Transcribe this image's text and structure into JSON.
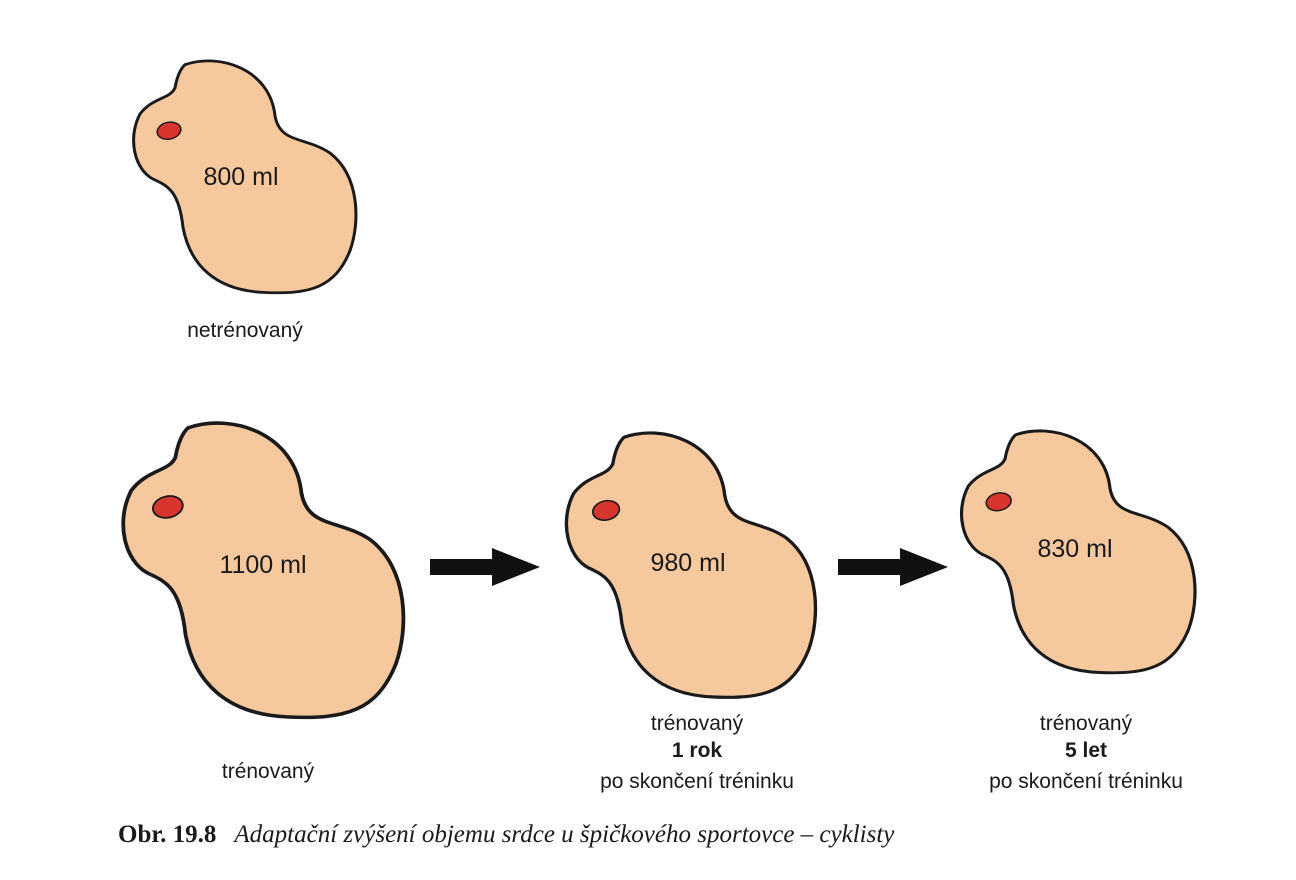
{
  "hearts": [
    {
      "id": "untrained",
      "volume": "800 ml",
      "label_lines": [
        "netrénovaný"
      ],
      "bold_line": -1
    },
    {
      "id": "trained",
      "volume": "1100 ml",
      "label_lines": [
        "trénovaný"
      ],
      "bold_line": -1
    },
    {
      "id": "after-1-year",
      "volume": "980 ml",
      "label_lines": [
        "trénovaný",
        "1 rok",
        "po skončení tréninku"
      ],
      "bold_line": 1
    },
    {
      "id": "after-5-years",
      "volume": "830 ml",
      "label_lines": [
        "trénovaný",
        "5 let",
        "po skončení tréninku"
      ],
      "bold_line": 1
    }
  ],
  "caption": {
    "number": "Obr. 19.8",
    "text": "Adaptační zvýšení objemu srdce u špičkového sportovce – cyklisty"
  },
  "colors": {
    "heart_fill": "#f5c89e",
    "valve": "#d8352f",
    "outline": "#1a1a1a",
    "arrow": "#111111"
  }
}
